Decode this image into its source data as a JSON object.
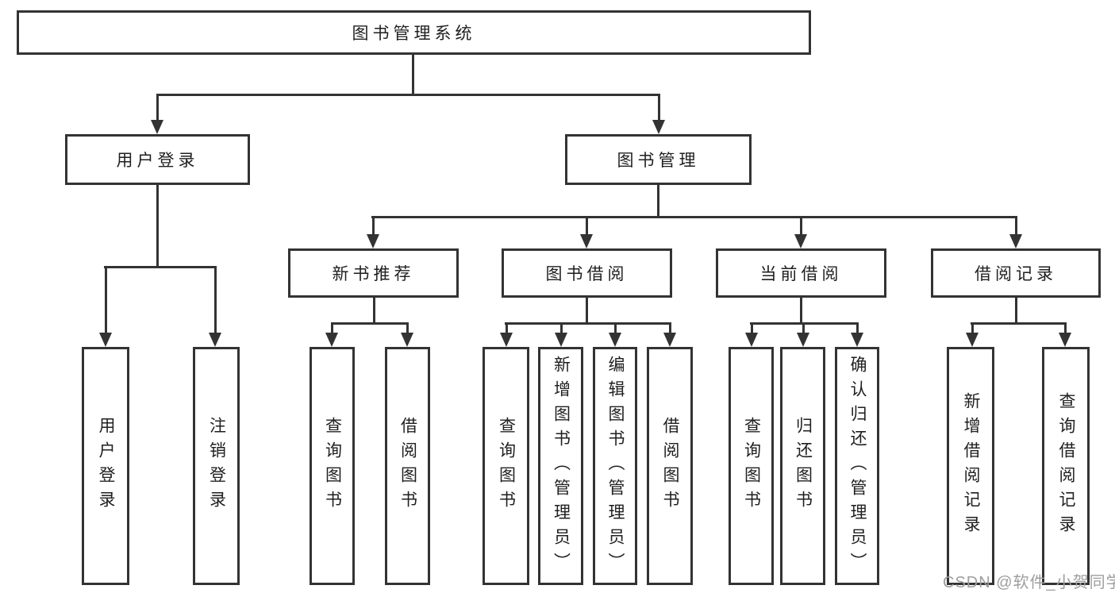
{
  "diagram": {
    "root": {
      "label": "图书管理系统"
    },
    "level2": [
      {
        "label": "用户登录"
      },
      {
        "label": "图书管理"
      }
    ],
    "level3": [
      {
        "label": "新书推荐"
      },
      {
        "label": "图书借阅"
      },
      {
        "label": "当前借阅"
      },
      {
        "label": "借阅记录"
      }
    ],
    "leaves": {
      "user_login": [
        "用户登录",
        "注销登录"
      ],
      "new_book": [
        "查询图书",
        "借阅图书"
      ],
      "book_borrow": [
        "查询图书",
        "新增图书（管理员）",
        "编辑图书（管理员）",
        "借阅图书"
      ],
      "current_borrow": [
        "查询图书",
        "归还图书",
        "确认归还（管理员）"
      ],
      "borrow_record": [
        "新增借阅记录",
        "查询借阅记录"
      ]
    }
  },
  "watermark": {
    "text": "CSDN @软件_小贺同学",
    "color": "#9e9e9e"
  },
  "colors": {
    "line": "#333333",
    "box_border": "#333333",
    "text": "#1f1f1f",
    "background": "#ffffff"
  }
}
